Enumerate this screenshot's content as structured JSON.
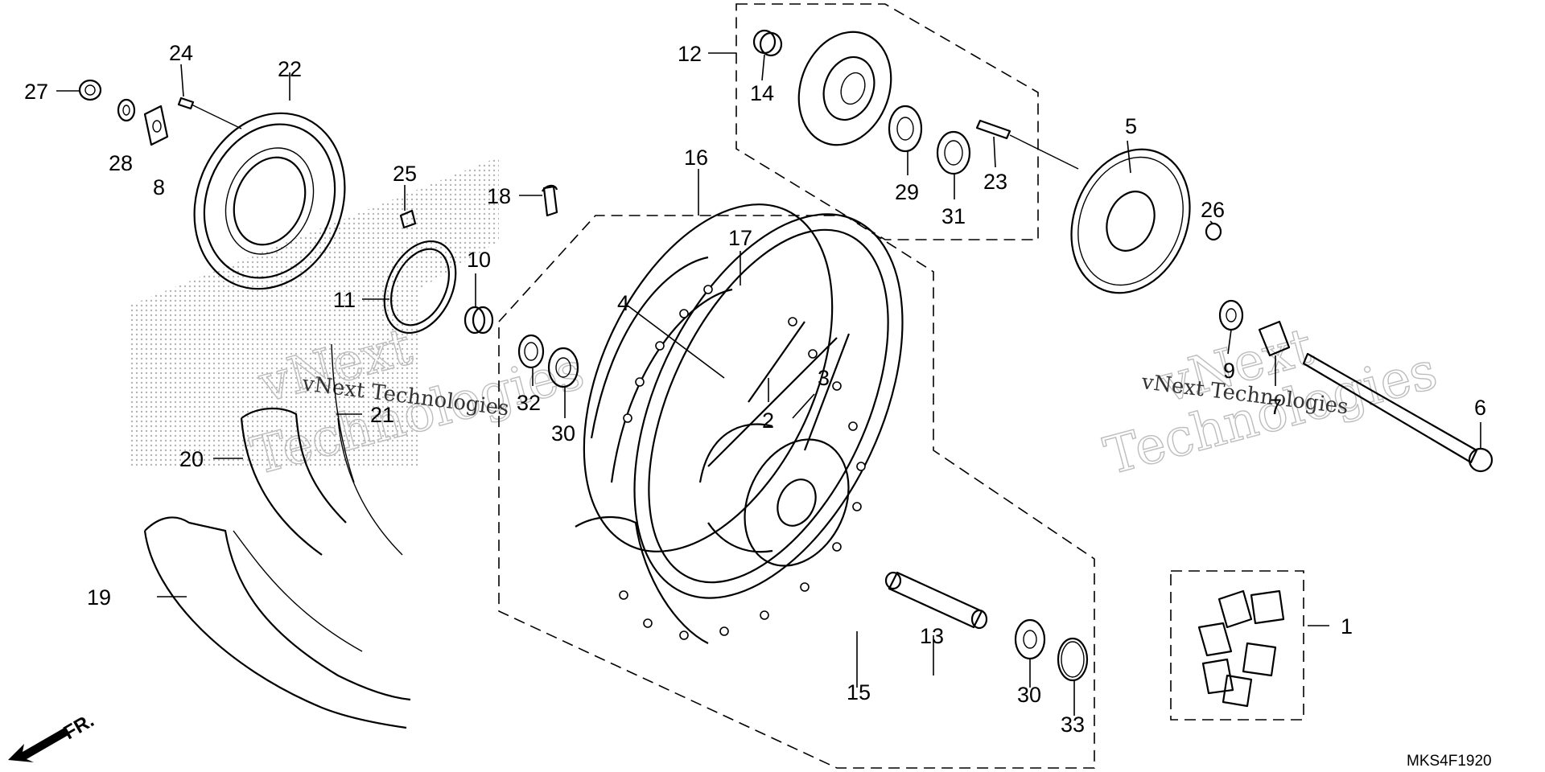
{
  "diagram": {
    "drawing_code": "MKS4F1920",
    "front_indicator": "FR.",
    "watermark_lines": [
      "vNext",
      "Technologies",
      "vNext Technologies"
    ],
    "callouts": [
      "1",
      "2",
      "3",
      "4",
      "5",
      "6",
      "7",
      "8",
      "9",
      "10",
      "11",
      "12",
      "13",
      "14",
      "15",
      "16",
      "17",
      "18",
      "19",
      "20",
      "21",
      "22",
      "23",
      "24",
      "25",
      "26",
      "27",
      "28",
      "29",
      "30",
      "30",
      "31",
      "32",
      "33"
    ]
  }
}
